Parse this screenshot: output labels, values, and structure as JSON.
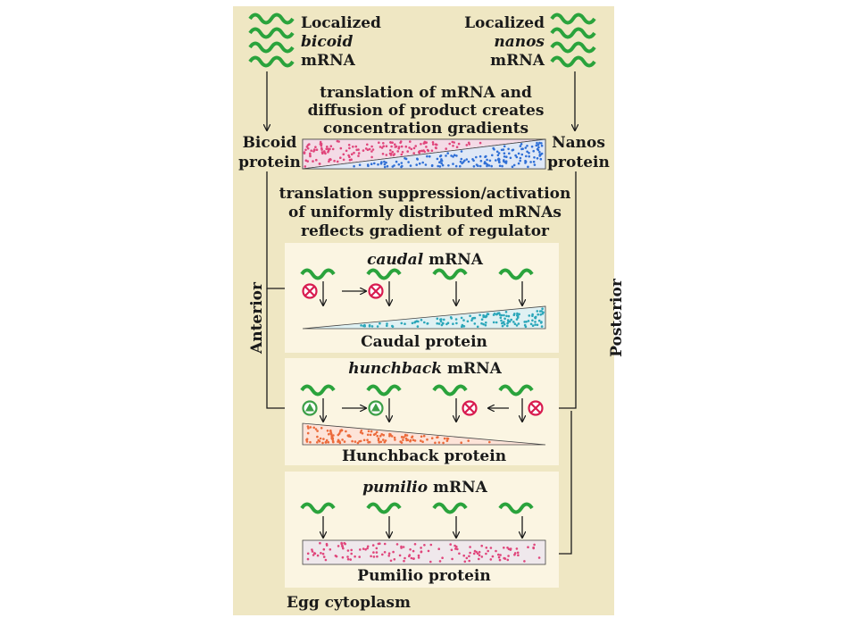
{
  "colors": {
    "background": "#efe7c3",
    "panel": "#fbf5e2",
    "mrna_green": "#2aa33c",
    "pink_dots": "#e0457b",
    "blue_dots": "#2f6fd6",
    "teal_dots": "#2aa6b9",
    "orange_dots": "#ec6a3a",
    "inhibit_red": "#d81b4f",
    "activate_green": "#3c9f47"
  },
  "icons": {
    "mrna": "wavy-line-mrna-icon",
    "inhibit": "circle-x-inhibition-icon",
    "activate": "circle-triangle-activation-icon",
    "arrow": "arrow-icon"
  },
  "top": {
    "left_label": [
      "Localized",
      "bicoid",
      "mRNA"
    ],
    "right_label": [
      "Localized",
      "nanos",
      "mRNA"
    ],
    "translation_caption": [
      "translation of mRNA and",
      "diffusion of product creates",
      "concentration gradients"
    ],
    "bicoid_protein": [
      "Bicoid",
      "protein"
    ],
    "nanos_protein": [
      "Nanos",
      "protein"
    ]
  },
  "middle_caption": [
    "translation suppression/activation",
    "of uniformly distributed mRNAs",
    "reflects gradient of regulator"
  ],
  "axis": {
    "anterior": "Anterior",
    "posterior": "Posterior"
  },
  "panels": {
    "caudal": {
      "mrna_italic": "caudal",
      "mrna_suffix": " mRNA",
      "protein": "Caudal protein"
    },
    "hunchback": {
      "mrna_italic": "hunchback",
      "mrna_suffix": " mRNA",
      "protein": "Hunchback protein"
    },
    "pumilio": {
      "mrna_italic": "pumilio",
      "mrna_suffix": " mRNA",
      "protein": "Pumilio protein"
    }
  },
  "footer": {
    "egg_cytoplasm": "Egg cytoplasm"
  }
}
